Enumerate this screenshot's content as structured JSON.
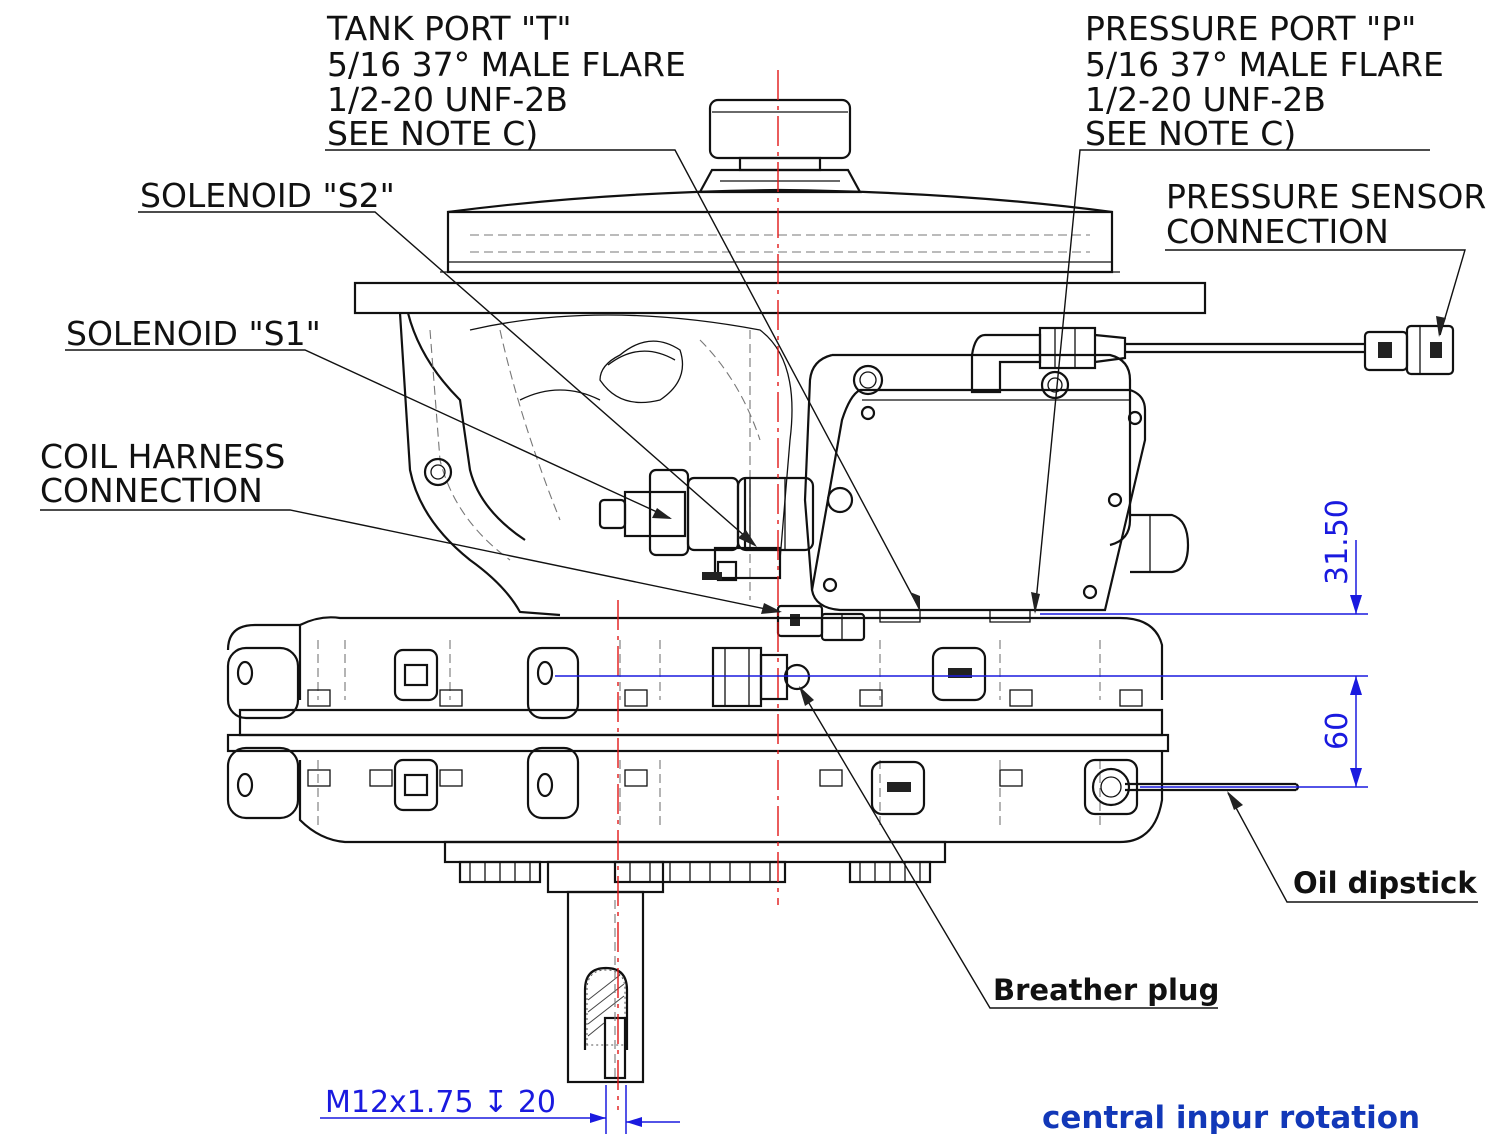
{
  "callouts": {
    "tank_port": [
      "TANK PORT \"T\"",
      "5/16 37° MALE FLARE",
      "1/2-20 UNF-2B",
      "SEE NOTE C)"
    ],
    "pressure_port": [
      "PRESSURE PORT \"P\"",
      "5/16 37° MALE FLARE",
      "1/2-20 UNF-2B",
      "SEE NOTE C)"
    ],
    "solenoid_s2": "SOLENOID \"S2\"",
    "solenoid_s1": "SOLENOID \"S1\"",
    "pressure_sensor": [
      "PRESSURE SENSOR",
      "CONNECTION"
    ],
    "coil_harness": [
      "COIL HARNESS",
      "CONNECTION"
    ],
    "oil_dipstick": "Oil dipstick",
    "breather_plug": "Breather plug"
  },
  "dimensions": {
    "vertical_upper": "31.50",
    "vertical_lower": "60",
    "thread": "M12x1.75 ↧ 20"
  },
  "caption": "central inpur rotation",
  "colors": {
    "outline": "#111111",
    "hidden_line": "#777777",
    "center_line": "#e01818",
    "dimension": "#1a1adf",
    "caption": "#1238b8"
  }
}
